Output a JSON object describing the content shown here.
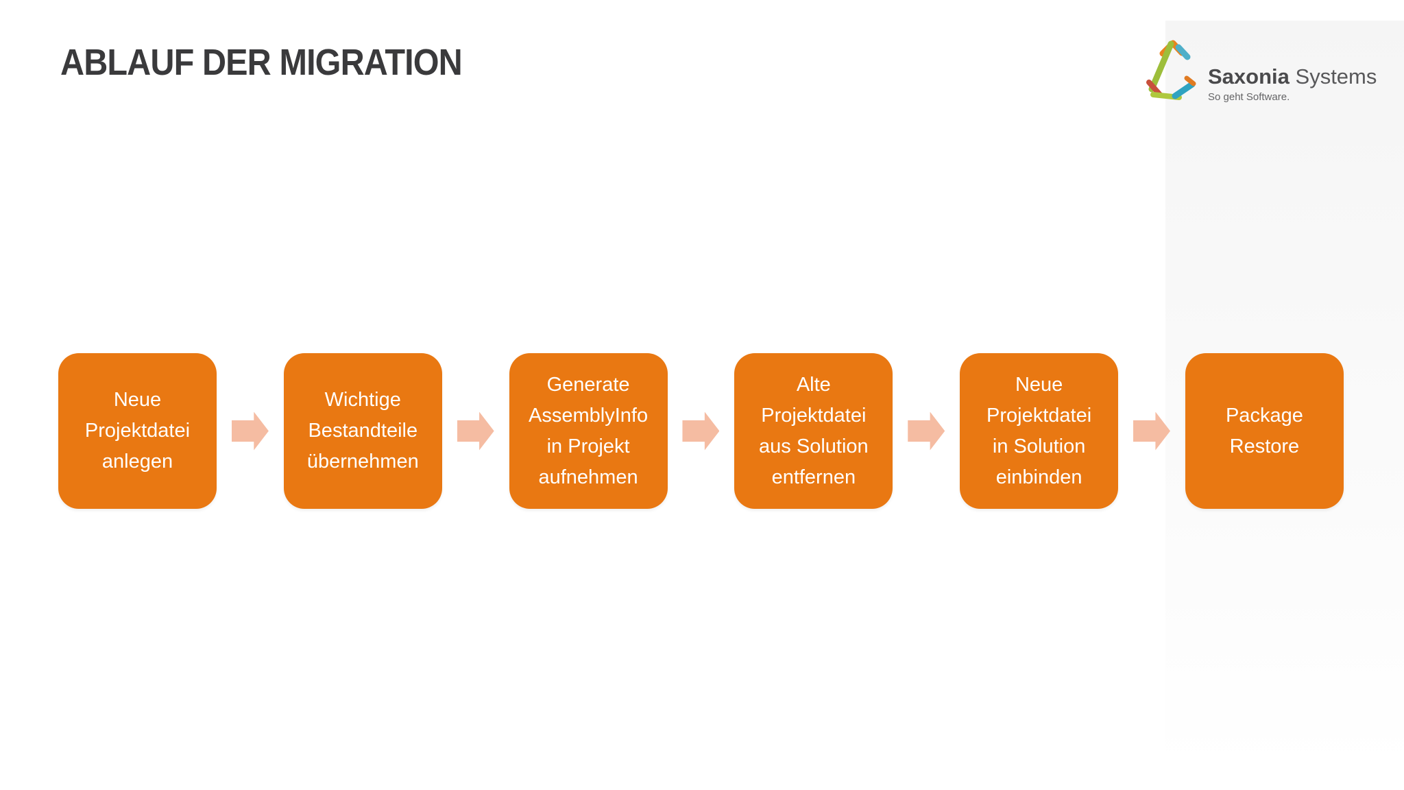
{
  "slide": {
    "title": "ABLAUF DER MIGRATION"
  },
  "logo": {
    "brand_bold": "Saxonia",
    "brand_regular": "Systems",
    "tagline": "So geht Software.",
    "icon": "saxonia-triangle-logo",
    "icon_colors": {
      "green": "#9dbe3b",
      "lime": "#afc83e",
      "orange": "#e8831f",
      "teal": "#2fa3c1",
      "red": "#c8503c"
    }
  },
  "flow": {
    "type": "process-flow",
    "direction": "left-to-right",
    "box_color": "#e97812",
    "box_text_color": "#ffffff",
    "arrow_color": "#f5bca2",
    "steps": [
      {
        "label": "Neue\nProjektdatei\nanlegen"
      },
      {
        "label": "Wichtige\nBestandteile\nübernehmen"
      },
      {
        "label": "Generate\nAssemblyInfo\nin Projekt\naufnehmen"
      },
      {
        "label": "Alte\nProjektdatei\naus Solution\nentfernen"
      },
      {
        "label": "Neue\nProjektdatei\nin Solution\neinbinden"
      },
      {
        "label": "Package\nRestore"
      }
    ]
  }
}
